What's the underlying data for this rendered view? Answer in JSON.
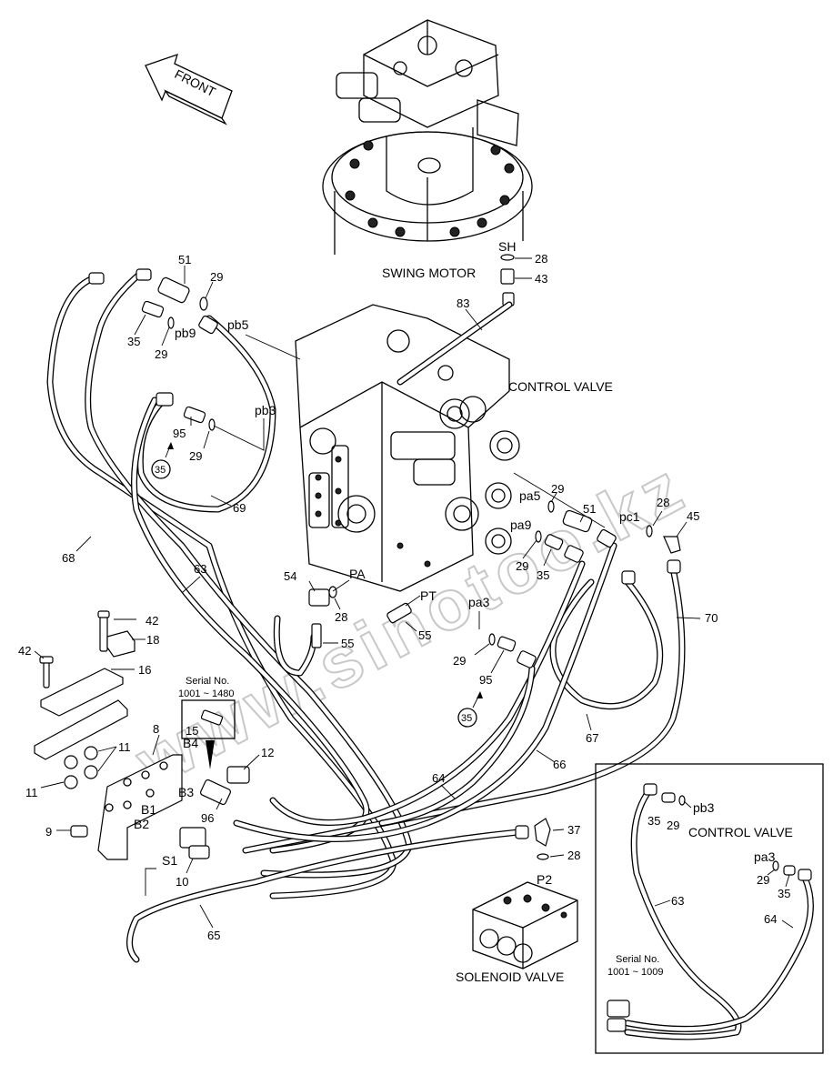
{
  "labels": {
    "swing_motor": "SWING MOTOR",
    "control_valve": "CONTROL VALVE",
    "solenoid_valve": "SOLENOID VALVE",
    "front": "FRONT",
    "inset_control_valve": "CONTROL VALVE",
    "serial_top_title": "Serial No.",
    "serial_top_range": "1001 ~ 1480",
    "serial_bottom_title": "Serial No.",
    "serial_bottom_range": "1001 ~ 1009",
    "watermark": "www.sinotoo.kz"
  },
  "ports": {
    "sh": "SH",
    "pb5": "pb5",
    "pb9": "pb9",
    "pb3": "pb3",
    "pa5": "pa5",
    "pa9": "pa9",
    "pc1": "pc1",
    "pa": "PA",
    "pt": "PT",
    "pa3": "pa3",
    "p2": "P2",
    "b4": "B4",
    "b3": "B3",
    "b1": "B1",
    "b2": "B2",
    "s1": "S1",
    "inset_pb3": "pb3",
    "inset_pa3": "pa3"
  },
  "parts": {
    "p28a": "28",
    "p43": "43",
    "p83": "83",
    "p51a": "51",
    "p29a": "29",
    "p35a": "35",
    "p29b": "29",
    "p95a": "95",
    "p29c": "29",
    "p35c": "35",
    "p69": "69",
    "p68": "68",
    "p63": "63",
    "p54": "54",
    "p28b": "28",
    "p55a": "55",
    "p55b": "55",
    "p29d": "29",
    "p51b": "51",
    "p28c": "28",
    "p45": "45",
    "p29e": "29",
    "p35d": "35",
    "p70": "70",
    "p29f": "29",
    "p95b": "95",
    "p35e": "35",
    "p67": "67",
    "p66": "66",
    "p64": "64",
    "p42a": "42",
    "p18": "18",
    "p42b": "42",
    "p16": "16",
    "p8": "8",
    "p11a": "11",
    "p11b": "11",
    "p15": "15",
    "p12": "12",
    "p96": "96",
    "p9": "9",
    "p10": "10",
    "p65": "65",
    "p37": "37",
    "p28d": "28",
    "inset_p35a": "35",
    "inset_p29a": "29",
    "inset_p29b": "29",
    "inset_p35b": "35",
    "inset_p63": "63",
    "inset_p64": "64"
  }
}
